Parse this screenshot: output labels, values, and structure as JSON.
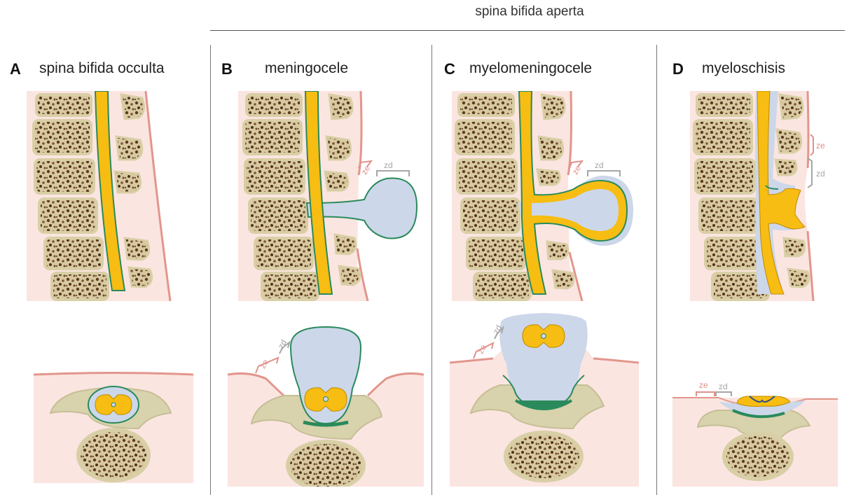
{
  "header": {
    "title": "spina bifida aperta"
  },
  "panels": [
    {
      "letter": "A",
      "title": "spina bifida occulta"
    },
    {
      "letter": "B",
      "title": "meningocele",
      "ze": "ze",
      "zd": "zd"
    },
    {
      "letter": "C",
      "title": "myelomeningocele",
      "ze": "ze",
      "zd": "zd"
    },
    {
      "letter": "D",
      "title": "myeloschisis",
      "ze": "ze",
      "zd": "zd"
    }
  ],
  "colors": {
    "skin": "#fbe5e1",
    "skin_edge": "#e2968c",
    "bone": "#e3d7b0",
    "bone_dark": "#6b4a2a",
    "cord": "#f7bd12",
    "csf": "#ccd7ea",
    "dura": "#2a8a5c",
    "ze_bracket": "#e0918a",
    "zd_bracket": "#a6a6a6"
  }
}
